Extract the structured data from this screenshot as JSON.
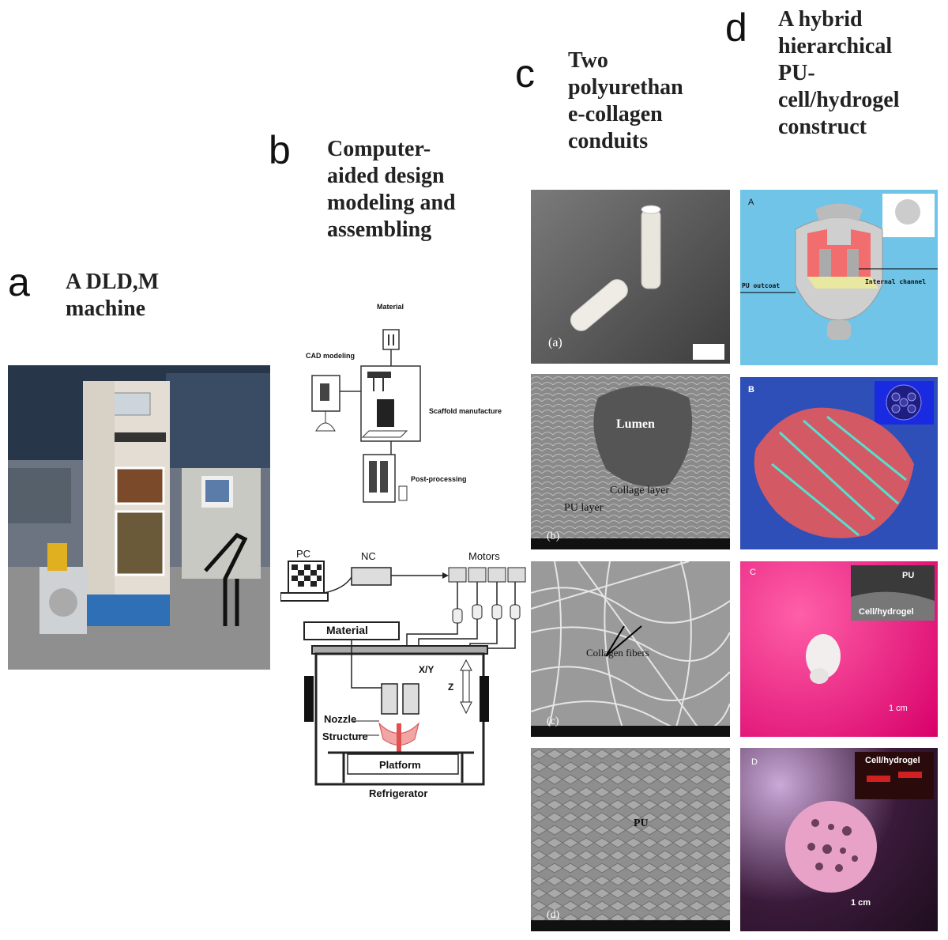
{
  "panels": {
    "a": {
      "letter": "a",
      "title": "A DLD,M\nmachine"
    },
    "b": {
      "letter": "b",
      "title": "Computer-\naided  design\nmodeling and\nassembling",
      "diagram_top": {
        "material": "Material",
        "cad": "CAD modeling",
        "scaffold": "Scaffold manufacture",
        "post": "Post-processing"
      },
      "diagram_bottom": {
        "pc": "PC",
        "nc": "NC",
        "motors": "Motors",
        "material": "Material",
        "xy": "X/Y",
        "z": "Z",
        "nozzle": "Nozzle",
        "structure": "Structure",
        "platform": "Platform",
        "refrigerator": "Refrigerator"
      }
    },
    "c": {
      "letter": "c",
      "title": "Two\npolyurethan\ne-collagen\nconduits",
      "img_a": "(a)",
      "img_b": "(b)",
      "img_c": "(c)",
      "img_d": "(d)",
      "lumen": "Lumen",
      "collagen_layer": "Collage layer",
      "pu_layer": "PU layer",
      "collagen_fibers": "Collagen fibers",
      "pu": "PU"
    },
    "d": {
      "letter": "d",
      "title": "A hybrid\nhierarchical\nPU-\ncell/hydrogel\nconstruct",
      "img_A": "A",
      "img_B": "B",
      "img_C": "C",
      "img_D": "D",
      "pu_outcoat": "PU outcoat",
      "internal_channel": "Internal channel",
      "pu": "PU",
      "cell_hydrogel": "Cell/hydrogel",
      "scale": "1 cm"
    }
  }
}
